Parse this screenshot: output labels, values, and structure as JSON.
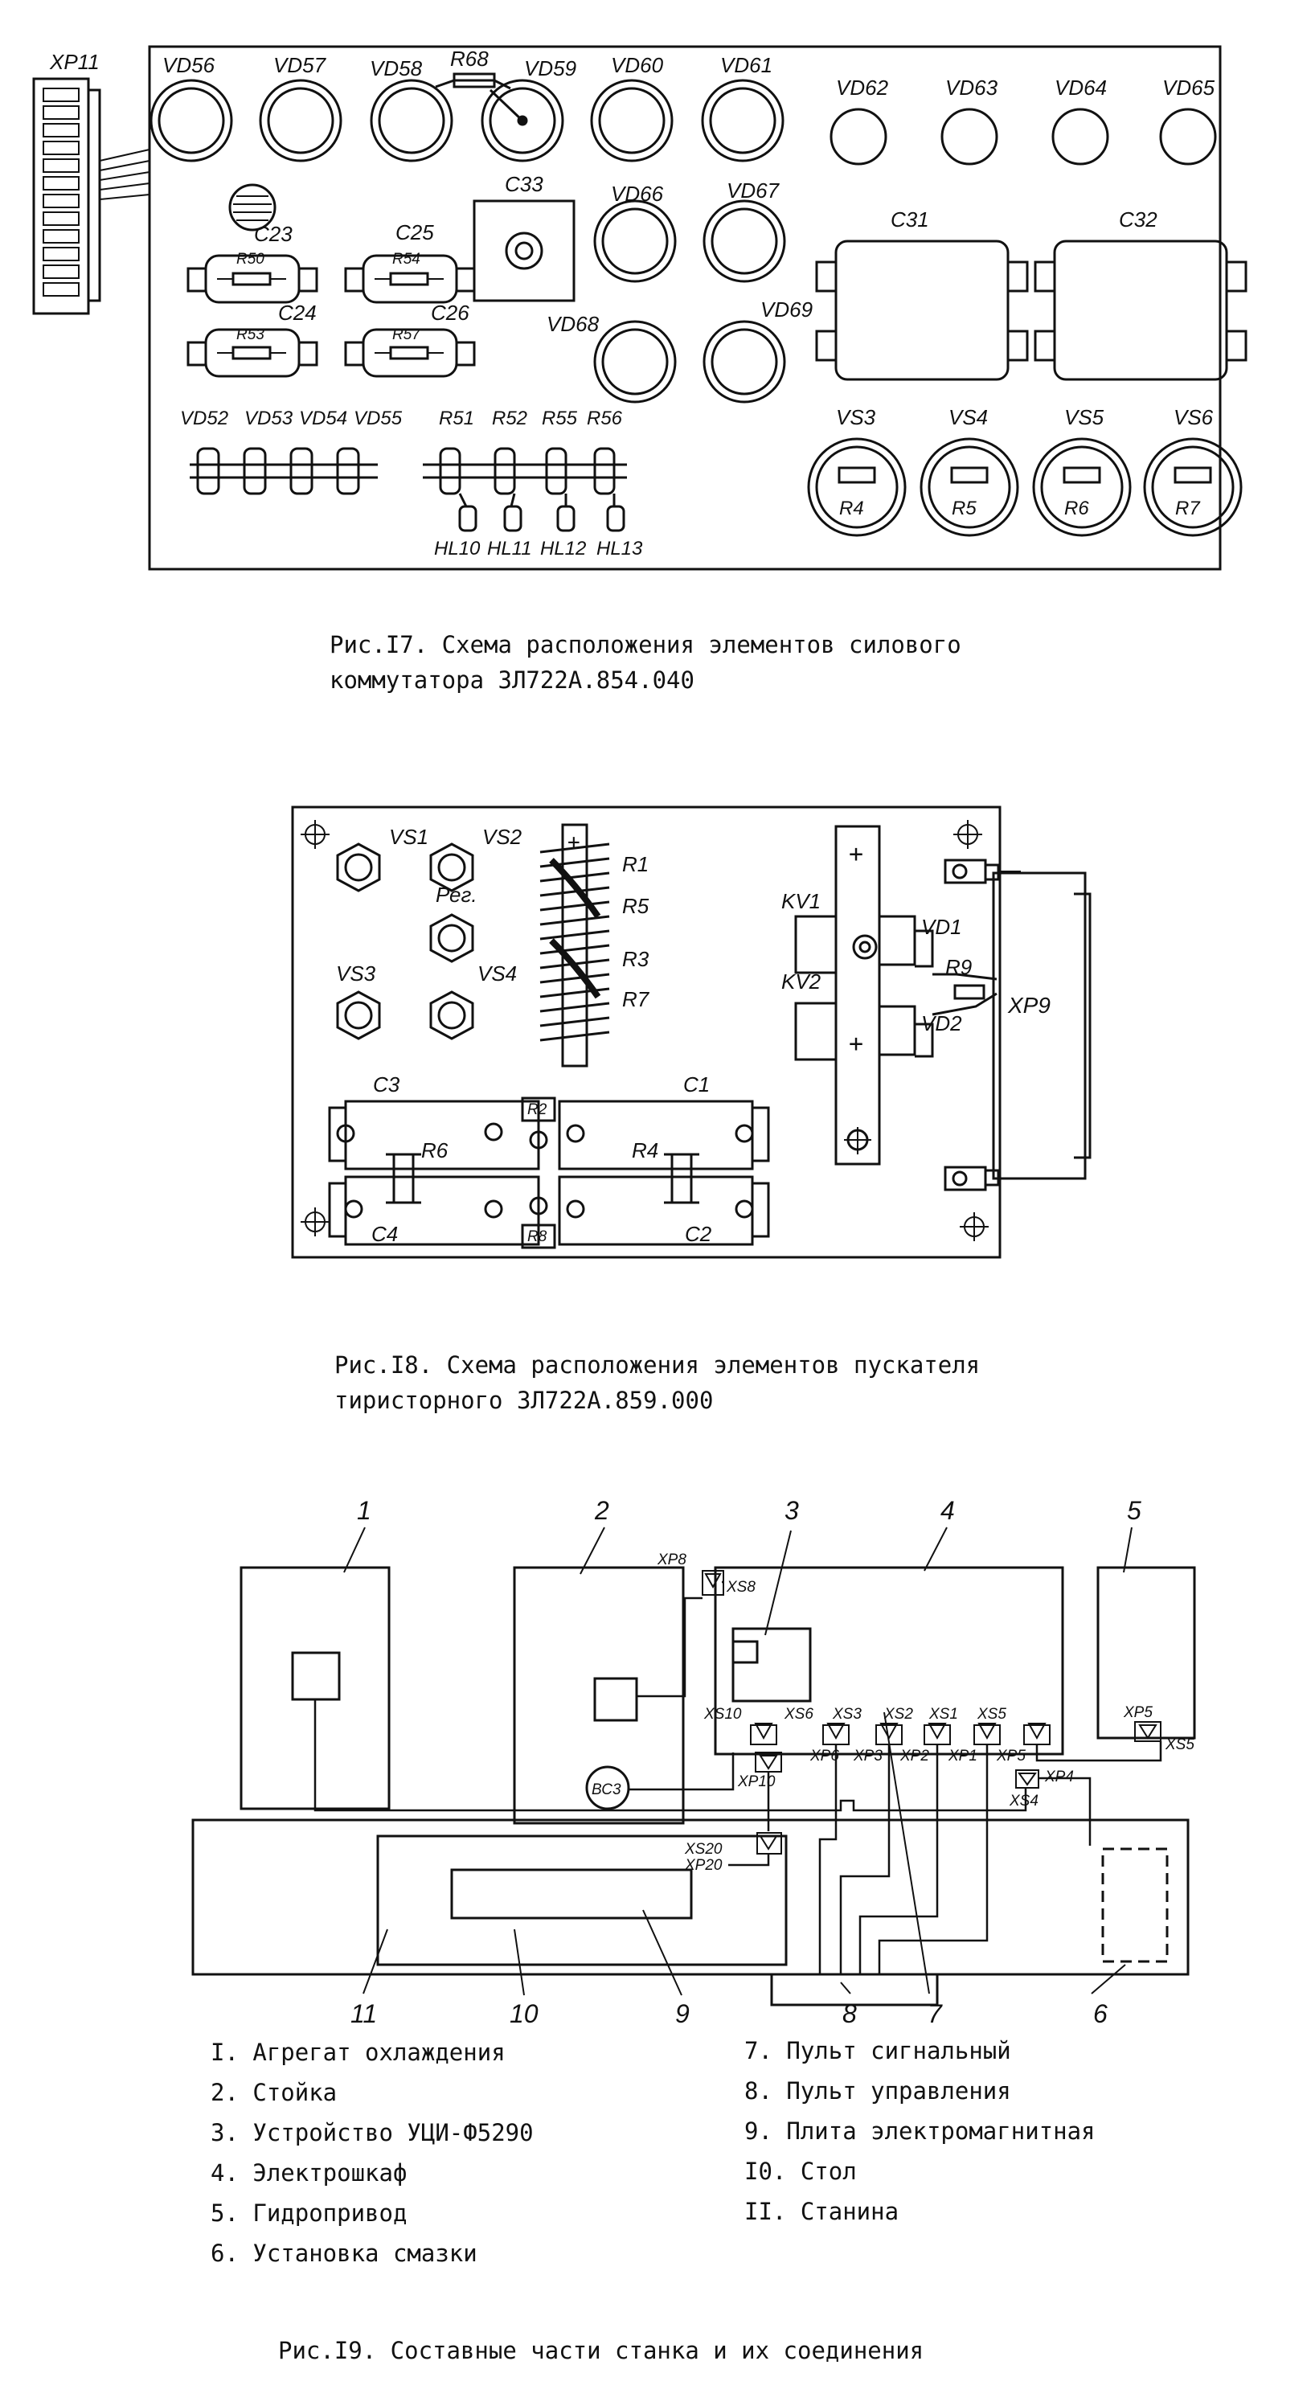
{
  "fig17": {
    "caption_line1": "Рис.I7. Схема расположения элементов силового",
    "caption_line2": "коммутатора 3Л722А.854.040",
    "labels": {
      "xp11": "XP11",
      "vd56": "VD56",
      "vd57": "VD57",
      "vd58": "VD58",
      "vd59": "VD59",
      "vd60": "VD60",
      "vd61": "VD61",
      "vd62": "VD62",
      "vd63": "VD63",
      "vd64": "VD64",
      "vd65": "VD65",
      "r68": "R68",
      "c33": "C33",
      "vd66": "VD66",
      "vd67": "VD67",
      "vd68": "VD68",
      "vd69": "VD69",
      "c23": "C23",
      "c25": "C25",
      "c24": "C24",
      "c26": "C26",
      "r50": "R50",
      "r54": "R54",
      "r53": "R53",
      "r57": "R57",
      "c31": "C31",
      "c32": "C32",
      "vd52": "VD52",
      "vd53": "VD53",
      "vd54": "VD54",
      "vd55": "VD55",
      "r51": "R51",
      "r52": "R52",
      "r55": "R55",
      "r56": "R56",
      "hl10": "HL10",
      "hl11": "HL11",
      "hl12": "HL12",
      "hl13": "HL13",
      "vs3": "VS3",
      "vs4": "VS4",
      "vs5": "VS5",
      "vs6": "VS6",
      "r4": "R4",
      "r5": "R5",
      "r6": "R6",
      "r7": "R7"
    }
  },
  "fig18": {
    "caption_line1": "Рис.I8. Схема расположения элементов пускателя",
    "caption_line2": "тиристорного 3Л722А.859.000",
    "labels": {
      "vs1": "VS1",
      "vs2": "VS2",
      "vs3": "VS3",
      "vs4": "VS4",
      "rez": "Рег.",
      "r1": "R1",
      "r5": "R5",
      "r3": "R3",
      "r7": "R7",
      "kv1": "KV1",
      "kv2": "KV2",
      "vd1": "VD1",
      "vd2": "VD2",
      "r9": "R9",
      "xp9": "XP9",
      "c3": "C3",
      "c1": "C1",
      "c4": "C4",
      "c2": "C2",
      "r6": "R6",
      "r4": "R4",
      "r2": "R2",
      "r8": "R8",
      "plus": "+"
    }
  },
  "fig19": {
    "caption": "Рис.I9. Составные части станка и их соединения",
    "numbers": {
      "n1": "1",
      "n2": "2",
      "n3": "3",
      "n4": "4",
      "n5": "5",
      "n6": "6",
      "n7": "7",
      "n8": "8",
      "n9": "9",
      "n10": "10",
      "n11": "11"
    },
    "connectors": {
      "xp8": "XP8",
      "xs8": "XS8",
      "xs10": "XS10",
      "xs6": "XS6",
      "xs3": "XS3",
      "xs2": "XS2",
      "xs1": "XS1",
      "xs5a": "XS5",
      "xp10": "XP10",
      "xp6": "XP6",
      "xp3": "XP3",
      "xp2": "XP2",
      "xp1": "XP1",
      "xp5a": "XP5",
      "xp5b": "XP5",
      "xs5b": "XS5",
      "xp4": "XP4",
      "xs4": "XS4",
      "xs20": "XS20",
      "xp20": "XP20",
      "bc3": "ВС3"
    },
    "legend_left": [
      "I. Агрегат охлаждения",
      "2. Стойка",
      "3. Устройство УЦИ-Ф5290",
      "4. Электрошкаф",
      "5. Гидропривод",
      "6. Установка смазки"
    ],
    "legend_right": [
      "7. Пульт сигнальный",
      "8. Пульт управления",
      "9. Плита электромагнитная",
      "I0. Стол",
      "II. Станина"
    ]
  }
}
